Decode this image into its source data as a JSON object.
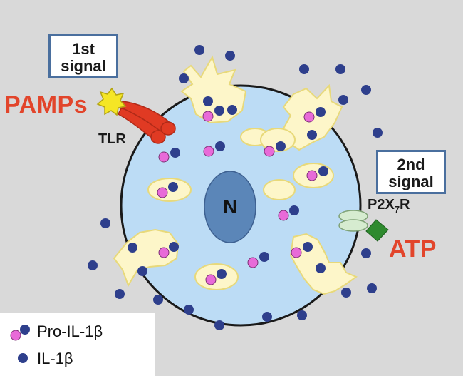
{
  "signal1": {
    "line1": "1st",
    "line2": "signal"
  },
  "signal2": {
    "line1": "2nd",
    "line2": "signal"
  },
  "pamps_label": "PAMPs",
  "tlr_label": "TLR",
  "atp_label": "ATP",
  "receptor_label": {
    "prefix": "P2X",
    "subscript": "7",
    "suffix": "R"
  },
  "nucleus_label": "N",
  "legend": {
    "items": [
      {
        "label": "Pro-IL-1β",
        "symbol": "pro-il1b-pair"
      },
      {
        "label": "IL-1β",
        "symbol": "il1b-dot"
      }
    ]
  },
  "colors": {
    "background": "#d9d9d9",
    "cell_fill": "#bcdcf5",
    "cell_stroke": "#1a1a1a",
    "vesicle_fill": "#fdf6c9",
    "vesicle_stroke": "#e8d97a",
    "nucleus_fill": "#5b86b8",
    "il1b": "#2e3f8c",
    "pro_il1b": "#e86ad8",
    "tlr": "#e03a23",
    "pamp_star": "#f5e625",
    "atp": "#2e8a2e",
    "p2x7r": "#d6ecd0",
    "accent_red": "#e2452b",
    "box_border": "#4a6f9e"
  }
}
